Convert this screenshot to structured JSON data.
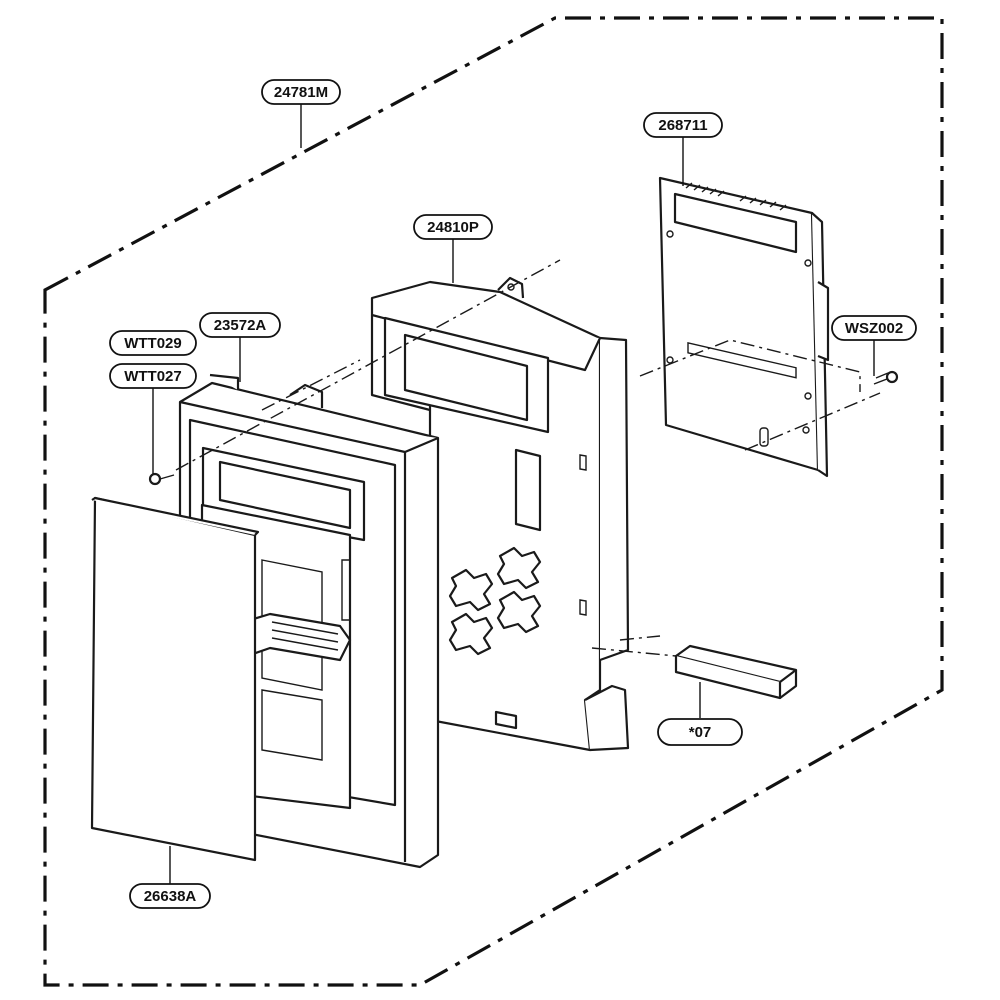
{
  "callouts": [
    {
      "id": "24781M",
      "label": "24781M"
    },
    {
      "id": "268711",
      "label": "268711"
    },
    {
      "id": "24810P",
      "label": "24810P"
    },
    {
      "id": "WSZ002",
      "label": "WSZ002"
    },
    {
      "id": "WTT029",
      "label": "WTT029"
    },
    {
      "id": "23572A",
      "label": "23572A"
    },
    {
      "id": "WTT027",
      "label": "WTT027"
    },
    {
      "id": "07",
      "label": "*07"
    },
    {
      "id": "26638A",
      "label": "26638A"
    }
  ]
}
